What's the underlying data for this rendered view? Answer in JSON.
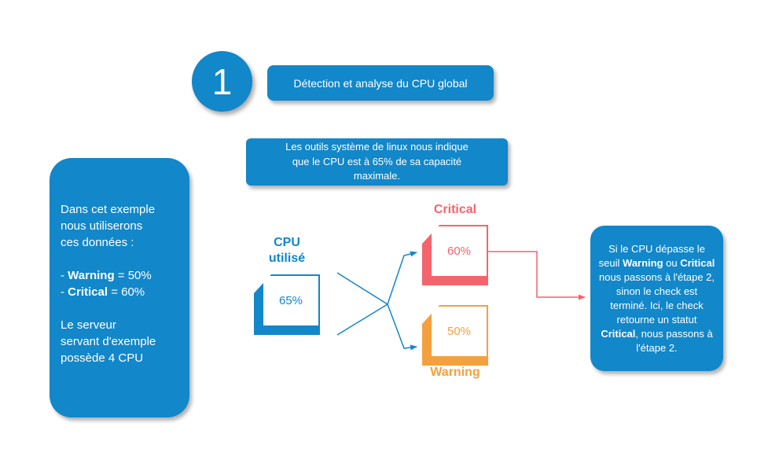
{
  "palette": {
    "blue": "#1287C9",
    "red": "#F4646C",
    "orange": "#F5A03E",
    "background": "#FFFFFF"
  },
  "step": {
    "number": "1",
    "title": "Détection et analyse du CPU global"
  },
  "info_box": {
    "text": "Les outils système de linux nous indique\nque le CPU est à 65% de sa capacité\nmaximale."
  },
  "example_box": {
    "intro": "Dans cet exemple\nnous utiliserons\nces données :",
    "warning_line": [
      {
        "t": "- "
      },
      {
        "t": "Warning",
        "b": true
      },
      {
        "t": " = 50%"
      }
    ],
    "critical_line": [
      {
        "t": "- "
      },
      {
        "t": "Critical",
        "b": true
      },
      {
        "t": " = 60%"
      }
    ],
    "footer": "Le serveur\nservant d'exemple\npossède 4 CPU"
  },
  "cpu": {
    "label": "CPU\nutilisé",
    "value": "65%"
  },
  "thresholds": {
    "critical": {
      "label": "Critical",
      "value": "60%"
    },
    "warning": {
      "label": "Warning",
      "value": "50%"
    }
  },
  "result_box": {
    "text": [
      {
        "t": "Si le CPU dépasse le seuil "
      },
      {
        "t": "Warning",
        "b": true
      },
      {
        "t": " ou "
      },
      {
        "t": "Critical",
        "b": true
      },
      {
        "t": " nous passons à l'étape 2, sinon le check est terminé. Ici, le check retourne un statut "
      },
      {
        "t": "Critical",
        "b": true
      },
      {
        "t": ", nous passons à l'étape 2."
      }
    ]
  }
}
